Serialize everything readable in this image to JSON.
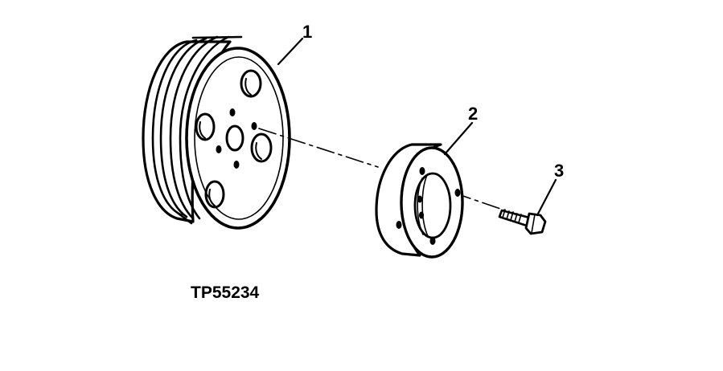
{
  "figure": {
    "code": "TP55234",
    "callouts": [
      {
        "id": "1",
        "label": "1"
      },
      {
        "id": "2",
        "label": "2"
      },
      {
        "id": "3",
        "label": "3"
      }
    ]
  },
  "colors": {
    "ink": "#000000",
    "paper": "#ffffff"
  }
}
